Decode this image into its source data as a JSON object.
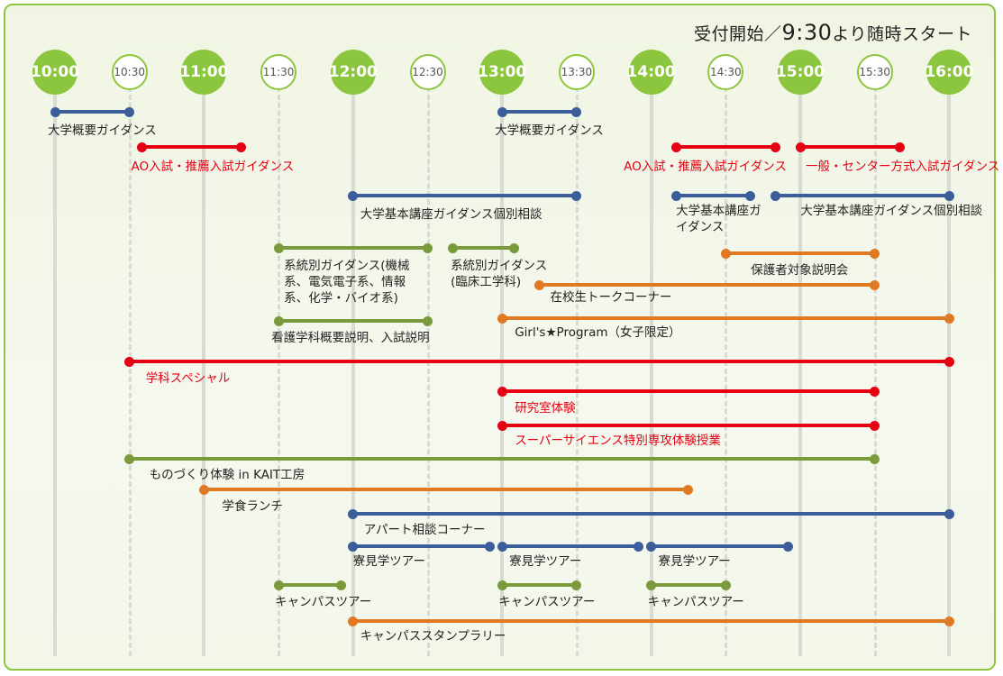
{
  "notice": {
    "prefix": "受付開始／",
    "time": "9:30",
    "suffix": "より随時スタート"
  },
  "timeline": [
    {
      "label": "10:00",
      "kind": "hour"
    },
    {
      "label": "10:30",
      "kind": "half"
    },
    {
      "label": "11:00",
      "kind": "hour"
    },
    {
      "label": "11:30",
      "kind": "half"
    },
    {
      "label": "12:00",
      "kind": "hour"
    },
    {
      "label": "12:30",
      "kind": "half"
    },
    {
      "label": "13:00",
      "kind": "hour"
    },
    {
      "label": "13:30",
      "kind": "half"
    },
    {
      "label": "14:00",
      "kind": "hour"
    },
    {
      "label": "14:30",
      "kind": "half"
    },
    {
      "label": "15:00",
      "kind": "hour"
    },
    {
      "label": "15:30",
      "kind": "half"
    },
    {
      "label": "16:00",
      "kind": "hour"
    }
  ],
  "colors": {
    "green": "#7a9a3c",
    "blue": "#3b5e9a",
    "red": "#e50012",
    "orange": "#e07a22",
    "accent": "#8cc63e"
  },
  "events": [
    {
      "name": "大学概要ガイダンス",
      "start": "10:00",
      "end": "10:30",
      "color": "blue"
    },
    {
      "name": "大学概要ガイダンス",
      "start": "13:00",
      "end": "13:30",
      "color": "blue"
    },
    {
      "name": "AO入試・推薦入試ガイダンス",
      "start": "10:35",
      "end": "11:15",
      "color": "red"
    },
    {
      "name": "AO入試・推薦入試ガイダンス",
      "start": "14:10",
      "end": "14:50",
      "color": "red"
    },
    {
      "name": "一般・センター方式入試ガイダンス",
      "start": "15:00",
      "end": "15:40",
      "color": "red"
    },
    {
      "name": "大学基本講座ガイダンス個別相談",
      "start": "12:00",
      "end": "13:30",
      "color": "blue"
    },
    {
      "name": "大学基本講座ガイダンス",
      "start": "14:10",
      "end": "14:40",
      "color": "blue"
    },
    {
      "name": "大学基本講座ガイダンス個別相談",
      "start": "14:50",
      "end": "16:00",
      "color": "blue"
    },
    {
      "name": "系統別ガイダンス(機械系、電気電子系、情報系、化学・バイオ系)",
      "start": "11:30",
      "end": "12:30",
      "color": "green"
    },
    {
      "name": "系統別ガイダンス(臨床工学科)",
      "start": "12:40",
      "end": "13:05",
      "color": "green"
    },
    {
      "name": "保護者対象説明会",
      "start": "14:30",
      "end": "15:30",
      "color": "orange"
    },
    {
      "name": "在校生トークコーナー",
      "start": "13:15",
      "end": "15:30",
      "color": "orange"
    },
    {
      "name": "看護学科概要説明、入試説明",
      "start": "11:30",
      "end": "12:30",
      "color": "green"
    },
    {
      "name": "Girl's★Program（女子限定）",
      "start": "13:00",
      "end": "16:00",
      "color": "orange"
    },
    {
      "name": "学科スペシャル",
      "start": "10:30",
      "end": "16:00",
      "color": "red"
    },
    {
      "name": "研究室体験",
      "start": "13:00",
      "end": "15:30",
      "color": "red"
    },
    {
      "name": "スーパーサイエンス特別専攻体験授業",
      "start": "13:00",
      "end": "15:30",
      "color": "red"
    },
    {
      "name": "ものづくり体験 in KAIT工房",
      "start": "10:30",
      "end": "15:30",
      "color": "green"
    },
    {
      "name": "学食ランチ",
      "start": "11:00",
      "end": "14:15",
      "color": "orange"
    },
    {
      "name": "アパート相談コーナー",
      "start": "12:00",
      "end": "16:00",
      "color": "blue"
    },
    {
      "name": "寮見学ツアー",
      "start": "12:00",
      "end": "12:55",
      "color": "blue"
    },
    {
      "name": "寮見学ツアー",
      "start": "13:00",
      "end": "13:55",
      "color": "blue"
    },
    {
      "name": "寮見学ツアー",
      "start": "14:00",
      "end": "14:55",
      "color": "blue"
    },
    {
      "name": "キャンパスツアー",
      "start": "11:30",
      "end": "11:55",
      "color": "green"
    },
    {
      "name": "キャンパスツアー",
      "start": "13:00",
      "end": "13:30",
      "color": "green"
    },
    {
      "name": "キャンパスツアー",
      "start": "14:00",
      "end": "14:30",
      "color": "green"
    },
    {
      "name": "キャンパススタンプラリー",
      "start": "12:00",
      "end": "16:00",
      "color": "orange"
    }
  ]
}
